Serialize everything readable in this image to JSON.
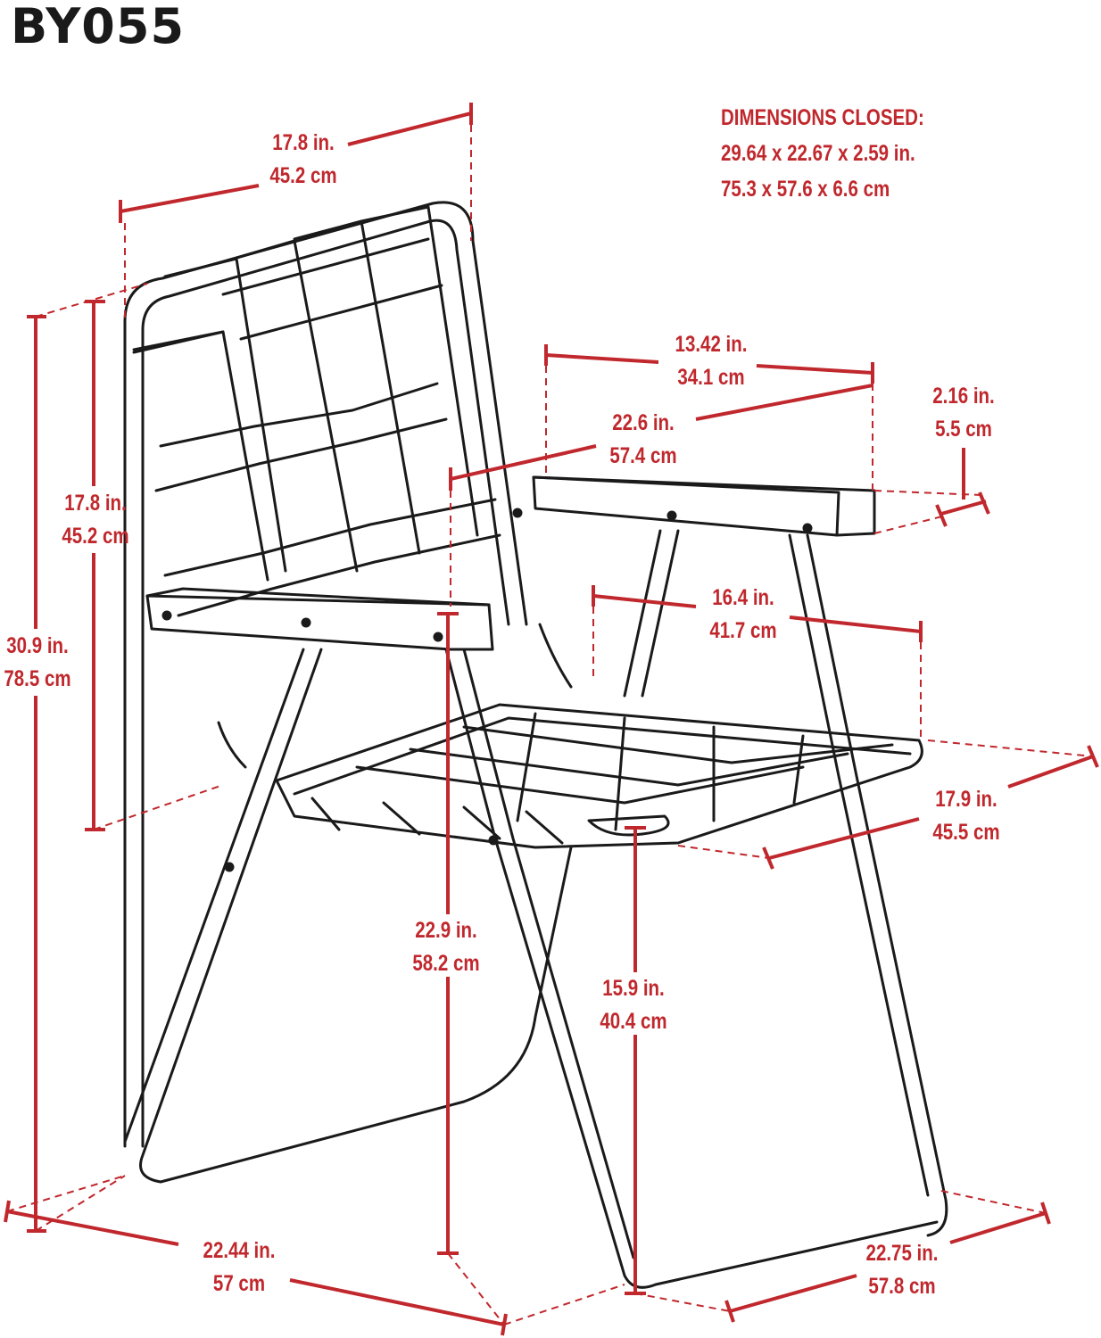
{
  "model": "BY055",
  "closed": {
    "title": "DIMENSIONS CLOSED:",
    "imperial": "29.64  x  22.67  x  2.59 in.",
    "metric": "75.3  x  57.6  x  6.6 cm"
  },
  "dims": {
    "back_width": {
      "in": "17.8 in.",
      "cm": "45.2 cm"
    },
    "arm_length": {
      "in": "13.42 in.",
      "cm": "34.1 cm"
    },
    "arm_thickness": {
      "in": "2.16 in.",
      "cm": "5.5 cm"
    },
    "arm_span": {
      "in": "22.6 in.",
      "cm": "57.4 cm"
    },
    "back_height": {
      "in": "17.8 in.",
      "cm": "45.2 cm"
    },
    "total_height": {
      "in": "30.9 in.",
      "cm": "78.5 cm"
    },
    "seat_width": {
      "in": "16.4 in.",
      "cm": "41.7 cm"
    },
    "seat_depth": {
      "in": "17.9 in.",
      "cm": "45.5 cm"
    },
    "arm_height": {
      "in": "22.9 in.",
      "cm": "58.2 cm"
    },
    "seat_height": {
      "in": "15.9 in.",
      "cm": "40.4 cm"
    },
    "base_depth": {
      "in": "22.44 in.",
      "cm": "57 cm"
    },
    "base_width": {
      "in": "22.75 in.",
      "cm": "57.8 cm"
    }
  },
  "colors": {
    "dimension": "#c0282d",
    "drawing": "#1a1a1a"
  }
}
